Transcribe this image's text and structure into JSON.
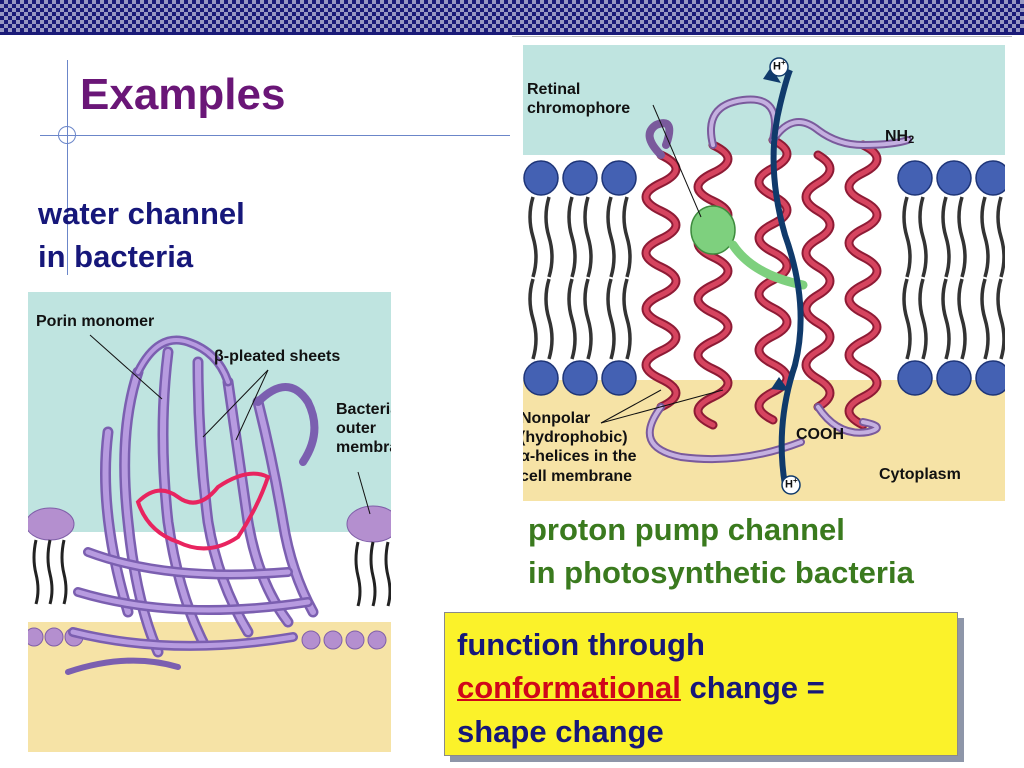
{
  "slide": {
    "title": "Examples",
    "left": {
      "subtitle_line1": "water channel",
      "subtitle_line2": "in bacteria",
      "labels": {
        "porin_monomer": "Porin monomer",
        "beta_symbol": "β",
        "pleated_sheets": "-pleated sheets",
        "bacterial": "Bacterial",
        "outer": "outer",
        "membrane": "membrane"
      }
    },
    "right": {
      "subtitle_line1": "proton pump channel",
      "subtitle_line2": "in photosynthetic bacteria",
      "labels": {
        "retinal": "Retinal",
        "chromophore": "chromophore",
        "nh": "NH",
        "nh_sub": "2",
        "nonpolar": "Nonpolar",
        "hydrophobic": "(hydrophobic)",
        "alpha_symbol": "α",
        "helices": "-helices in the",
        "cell_membrane": "cell membrane",
        "cooh": "COOH",
        "cytoplasm": "Cytoplasm",
        "h_top": "H",
        "h_top_sup": "+",
        "h_bottom": "H",
        "h_bottom_sup": "+"
      }
    },
    "callout": {
      "line1": "function through",
      "highlight": "conformational",
      "after_highlight": " change =",
      "line3": "shape change"
    }
  },
  "colors": {
    "title": "#6a1677",
    "subtitle_blue": "#16177a",
    "subtitle_green": "#3a7a1e",
    "callout_bg": "#fbf22a",
    "highlight_red": "#d0061a",
    "water_cyan": "#bfe4e0",
    "cytoplasm_tan": "#f6e3a6",
    "porin_purple": "#9a7fc4",
    "helix_red": "#cf2e4e",
    "lipid_blue": "#4461b3",
    "retinal_green": "#7ed07e",
    "proton_arrow": "#103a6b"
  }
}
